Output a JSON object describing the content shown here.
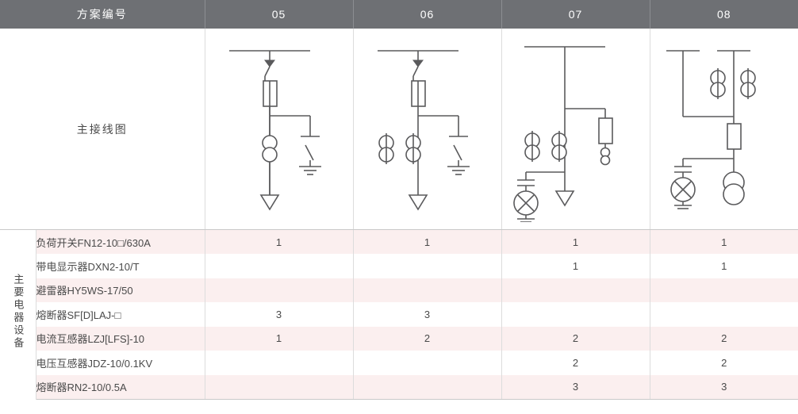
{
  "header": {
    "scheme_label": "方案编号",
    "columns": [
      "05",
      "06",
      "07",
      "08"
    ]
  },
  "diagram_row": {
    "label": "主接线图",
    "cells": [
      {
        "scheme": "05",
        "icon": "one-line-diagram-05"
      },
      {
        "scheme": "06",
        "icon": "one-line-diagram-06"
      },
      {
        "scheme": "07",
        "icon": "one-line-diagram-07"
      },
      {
        "scheme": "08",
        "icon": "one-line-diagram-08"
      }
    ]
  },
  "equipment_section": {
    "vertical_label": "主要电器设备",
    "rows": [
      {
        "item": "负荷开关FN12-10□/630A",
        "values": [
          "1",
          "1",
          "1",
          "1"
        ]
      },
      {
        "item": "带电显示器DXN2-10/T",
        "values": [
          "",
          "",
          "1",
          "1"
        ]
      },
      {
        "item": "避雷器HY5WS-17/50",
        "values": [
          "",
          "",
          "",
          ""
        ]
      },
      {
        "item": "熔断器SF[D]LAJ-□",
        "values": [
          "3",
          "3",
          "",
          ""
        ]
      },
      {
        "item": "电流互感器LZJ[LFS]-10",
        "values": [
          "1",
          "2",
          "2",
          "2"
        ]
      },
      {
        "item": "电压互感器JDZ-10/0.1KV",
        "values": [
          "",
          "",
          "2",
          "2"
        ]
      },
      {
        "item": "熔断器RN2-10/0.5A",
        "values": [
          "",
          "",
          "3",
          "3"
        ]
      }
    ]
  },
  "colors": {
    "header_bg": "#6e7074",
    "header_text": "#ffffff",
    "row_alt_bg": "#fbefef",
    "row_bg": "#ffffff",
    "text": "#4a4a4a",
    "line": "#5a5a5c",
    "grid": "#dcdcdc"
  }
}
